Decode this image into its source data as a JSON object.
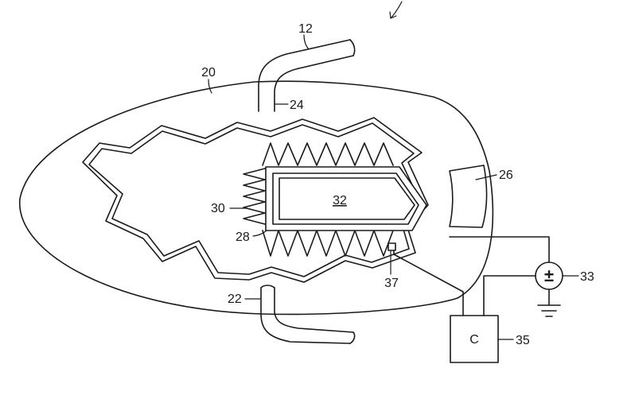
{
  "labels": {
    "tube_top": "12",
    "housing": "20",
    "tube_bottom": "22",
    "inlet": "24",
    "window": "26",
    "wall": "28",
    "teeth": "30",
    "core": "32",
    "power_supply": "33",
    "controller": "35",
    "sensor": "37"
  },
  "controller_box": {
    "text": "C"
  },
  "power_symbol": {
    "text": "±"
  }
}
